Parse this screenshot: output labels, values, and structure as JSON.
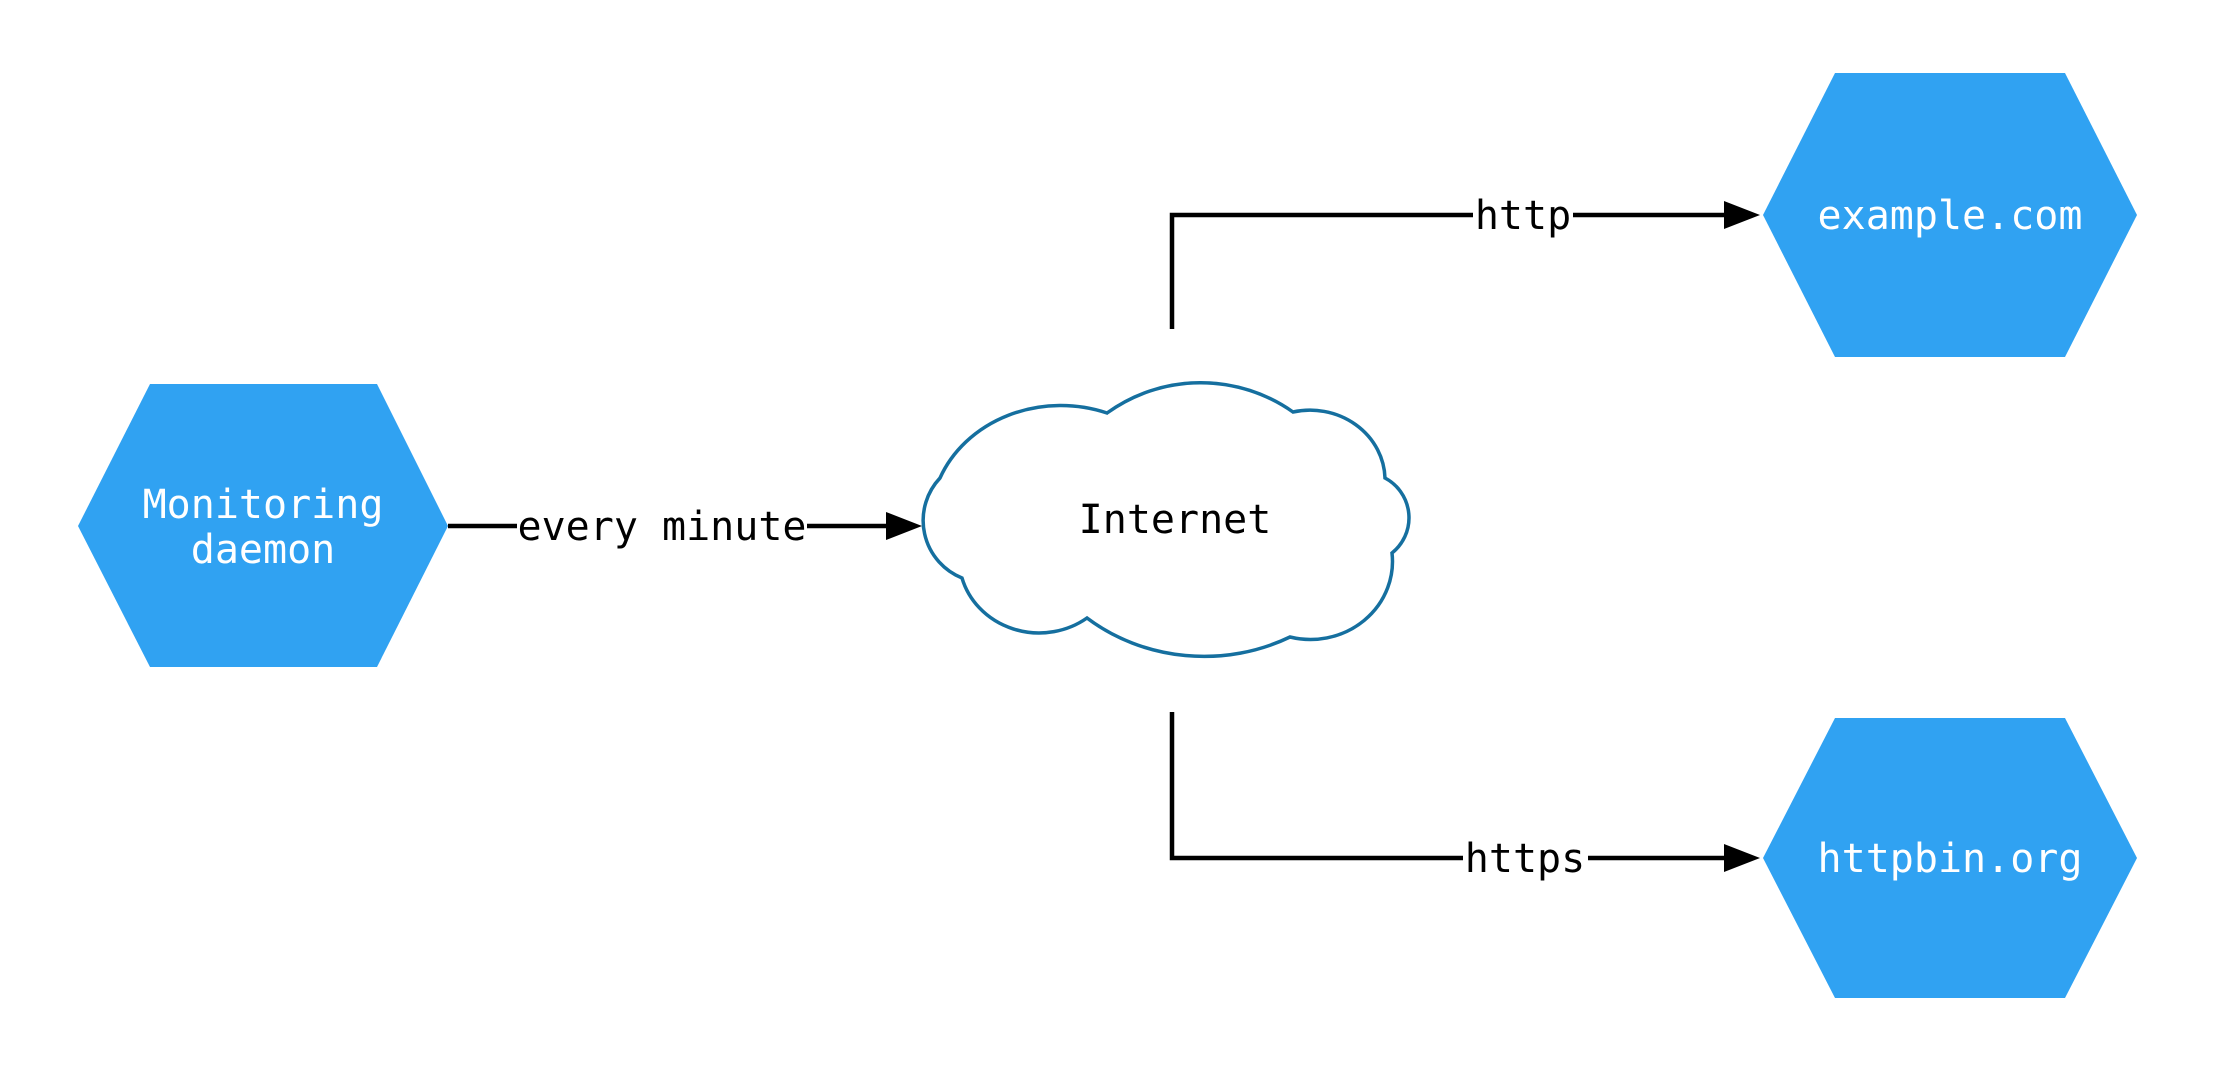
{
  "diagram": {
    "type": "network-diagram",
    "background": "#ffffff",
    "colors": {
      "node_fill": "#30A2F2",
      "node_text": "#ffffff",
      "cloud_fill": "#ffffff",
      "cloud_stroke": "#156F9F",
      "cloud_text": "#000000",
      "edge": "#000000",
      "edge_text": "#000000"
    },
    "nodes": {
      "monitoring_daemon": {
        "shape": "hexagon",
        "label_line1": "Monitoring",
        "label_line2": "daemon"
      },
      "internet": {
        "shape": "cloud",
        "label": "Internet"
      },
      "example_com": {
        "shape": "hexagon",
        "label": "example.com"
      },
      "httpbin_org": {
        "shape": "hexagon",
        "label": "httpbin.org"
      }
    },
    "edges": [
      {
        "from": "monitoring_daemon",
        "to": "internet",
        "label": "every minute"
      },
      {
        "from": "internet",
        "to": "example_com",
        "label": "http"
      },
      {
        "from": "internet",
        "to": "httpbin_org",
        "label": "https"
      }
    ]
  }
}
